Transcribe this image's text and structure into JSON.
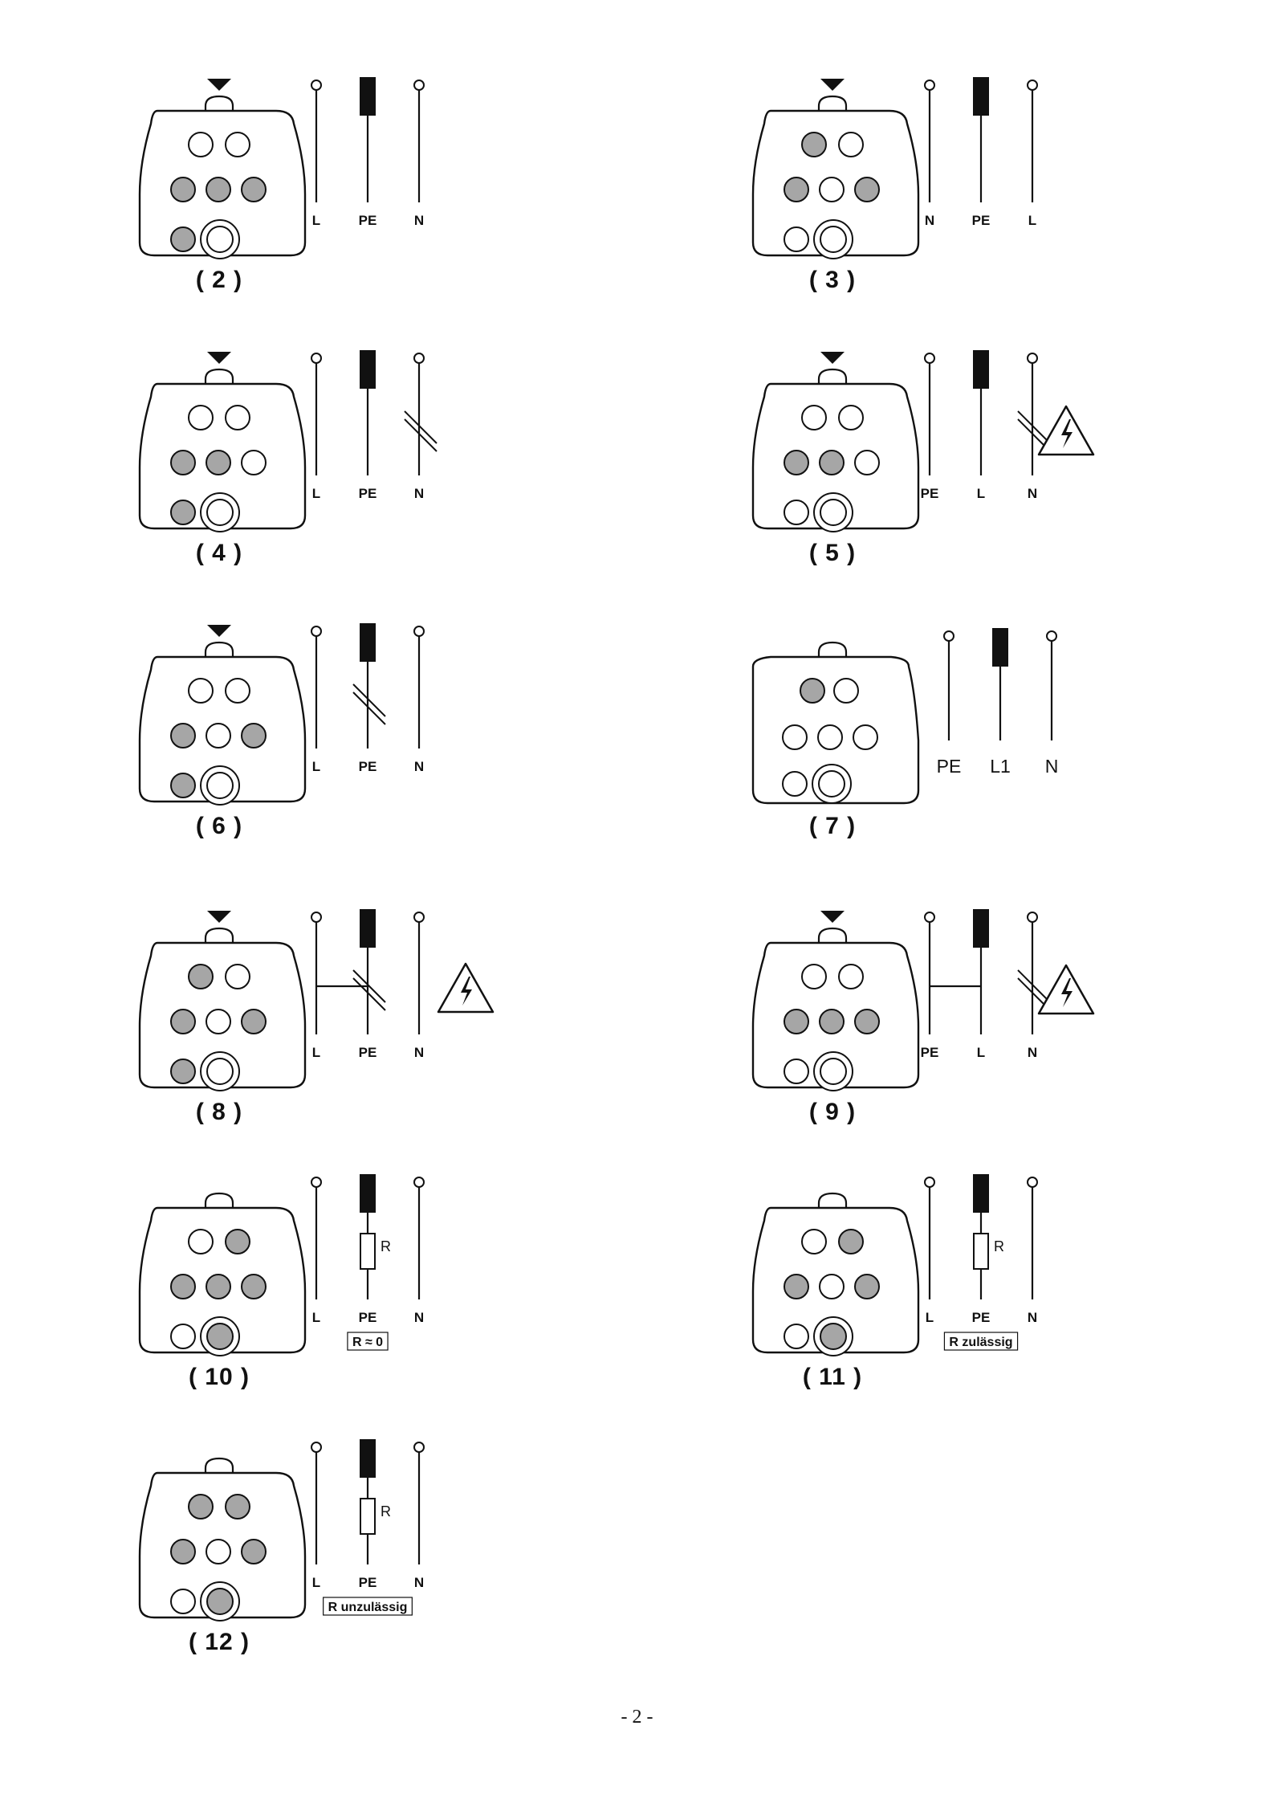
{
  "page_number": "- 2 -",
  "colors": {
    "pin_on": "#a6a6a6",
    "pin_off": "#ffffff",
    "line": "#111111"
  },
  "panels": [
    {
      "id": "2",
      "caption": "( 2 )",
      "marker": true,
      "pins": [
        0,
        0,
        1,
        1,
        1,
        1,
        0
      ],
      "wires": [
        {
          "label": "L",
          "top": "circle"
        },
        {
          "label": "PE",
          "top": "block"
        },
        {
          "label": "N",
          "top": "circle"
        }
      ],
      "breaks": [],
      "bridge": false,
      "resistor": false,
      "box_label": "",
      "warning": null
    },
    {
      "id": "3",
      "caption": "( 3 )",
      "marker": true,
      "pins": [
        1,
        0,
        1,
        0,
        1,
        0,
        0
      ],
      "wires": [
        {
          "label": "N",
          "top": "circle"
        },
        {
          "label": "PE",
          "top": "block"
        },
        {
          "label": "L",
          "top": "circle"
        }
      ],
      "breaks": [],
      "bridge": false,
      "resistor": false,
      "box_label": "",
      "warning": null
    },
    {
      "id": "4",
      "caption": "( 4 )",
      "marker": true,
      "pins": [
        0,
        0,
        1,
        1,
        0,
        1,
        0
      ],
      "wires": [
        {
          "label": "L",
          "top": "circle"
        },
        {
          "label": "PE",
          "top": "block"
        },
        {
          "label": "N",
          "top": "circle"
        }
      ],
      "breaks": [
        2
      ],
      "bridge": false,
      "resistor": false,
      "box_label": "",
      "warning": null
    },
    {
      "id": "5",
      "caption": "( 5 )",
      "marker": true,
      "pins": [
        0,
        0,
        1,
        1,
        0,
        0,
        0
      ],
      "wires": [
        {
          "label": "PE",
          "top": "circle"
        },
        {
          "label": "L",
          "top": "block"
        },
        {
          "label": "N",
          "top": "circle"
        }
      ],
      "breaks": [
        2
      ],
      "bridge": false,
      "resistor": false,
      "box_label": "",
      "warning": "near"
    },
    {
      "id": "6",
      "caption": "( 6 )",
      "marker": true,
      "pins": [
        0,
        0,
        1,
        0,
        1,
        1,
        0
      ],
      "wires": [
        {
          "label": "L",
          "top": "circle"
        },
        {
          "label": "PE",
          "top": "block"
        },
        {
          "label": "N",
          "top": "circle"
        }
      ],
      "breaks": [
        1
      ],
      "bridge": false,
      "resistor": false,
      "box_label": "",
      "warning": null
    },
    {
      "id": "7",
      "caption": "( 7 )",
      "marker": false,
      "variant": "alt",
      "pins": [
        1,
        0,
        0,
        0,
        0,
        0,
        0
      ],
      "wires": [
        {
          "label": "PE",
          "top": "circle"
        },
        {
          "label": "L1",
          "top": "block"
        },
        {
          "label": "N",
          "top": "circle"
        }
      ],
      "breaks": [],
      "bridge": false,
      "resistor": false,
      "box_label": "",
      "warning": null
    },
    {
      "id": "8",
      "caption": "( 8 )",
      "marker": true,
      "pins": [
        1,
        0,
        1,
        0,
        1,
        1,
        0
      ],
      "wires": [
        {
          "label": "L",
          "top": "circle"
        },
        {
          "label": "PE",
          "top": "block"
        },
        {
          "label": "N",
          "top": "circle"
        }
      ],
      "breaks": [
        1
      ],
      "bridge": true,
      "resistor": false,
      "box_label": "",
      "warning": "far"
    },
    {
      "id": "9",
      "caption": "( 9 )",
      "marker": true,
      "pins": [
        0,
        0,
        1,
        1,
        1,
        0,
        0
      ],
      "wires": [
        {
          "label": "PE",
          "top": "circle"
        },
        {
          "label": "L",
          "top": "block"
        },
        {
          "label": "N",
          "top": "circle"
        }
      ],
      "breaks": [
        2
      ],
      "bridge": true,
      "resistor": false,
      "box_label": "",
      "warning": "near"
    },
    {
      "id": "10",
      "caption": "( 10 )",
      "marker": false,
      "pins": [
        0,
        1,
        1,
        1,
        1,
        0,
        1
      ],
      "wires": [
        {
          "label": "L",
          "top": "circle"
        },
        {
          "label": "PE",
          "top": "block"
        },
        {
          "label": "N",
          "top": "circle"
        }
      ],
      "breaks": [],
      "bridge": false,
      "resistor": true,
      "resistor_label": "R",
      "box_label": "R ≈ 0",
      "warning": null
    },
    {
      "id": "11",
      "caption": "( 11 )",
      "marker": false,
      "pins": [
        0,
        1,
        1,
        0,
        1,
        0,
        1
      ],
      "wires": [
        {
          "label": "L",
          "top": "circle"
        },
        {
          "label": "PE",
          "top": "block"
        },
        {
          "label": "N",
          "top": "circle"
        }
      ],
      "breaks": [],
      "bridge": false,
      "resistor": true,
      "resistor_label": "R",
      "box_label": "R zulässig",
      "warning": null
    },
    {
      "id": "12",
      "caption": "( 12 )",
      "marker": false,
      "pins": [
        1,
        1,
        1,
        0,
        1,
        0,
        1
      ],
      "wires": [
        {
          "label": "L",
          "top": "circle"
        },
        {
          "label": "PE",
          "top": "block"
        },
        {
          "label": "N",
          "top": "circle"
        }
      ],
      "breaks": [],
      "bridge": false,
      "resistor": true,
      "resistor_label": "R",
      "box_label": "R unzulässig",
      "warning": null
    }
  ]
}
